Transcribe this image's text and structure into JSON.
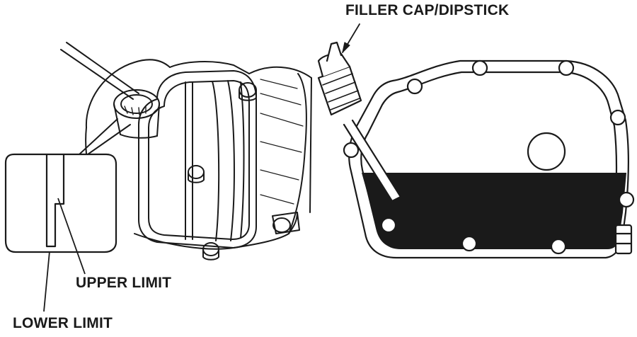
{
  "labels": {
    "filler_cap": "FILLER CAP/DIPSTICK",
    "upper_limit": "UPPER LIMIT",
    "lower_limit": "LOWER LIMIT"
  },
  "colors": {
    "ink": "#1a1a1a",
    "oil": "#1a1a1a",
    "background": "#ffffff"
  }
}
